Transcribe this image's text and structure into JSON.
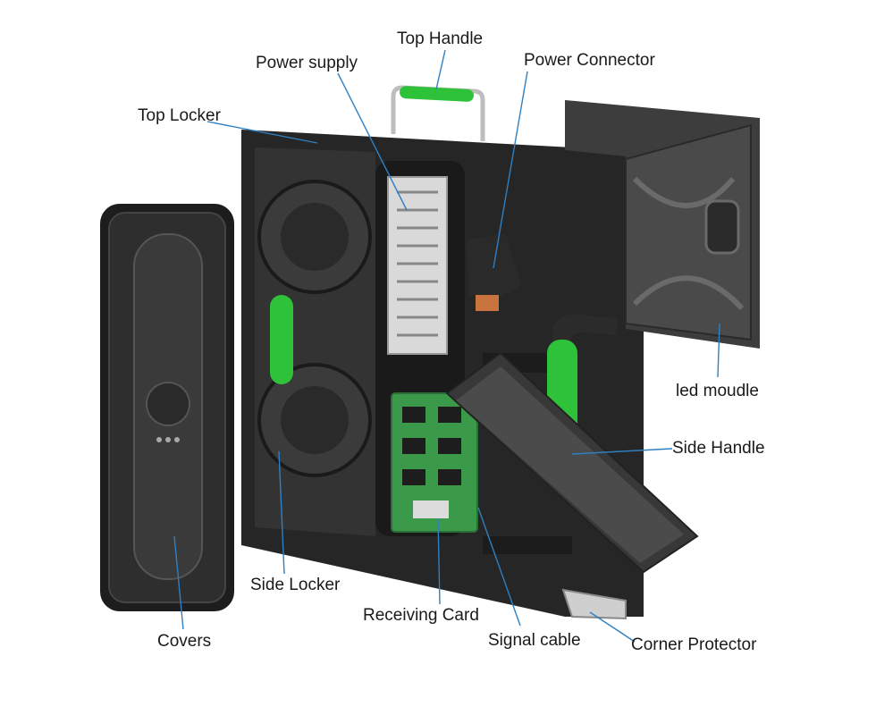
{
  "labels": {
    "top_handle": "Top Handle",
    "power_supply": "Power supply",
    "power_connector": "Power Connector",
    "top_locker": "Top Locker",
    "led_module": "led moudle",
    "side_handle": "Side Handle",
    "side_locker": "Side Locker",
    "receiving_card": "Receiving Card",
    "signal_cable": "Signal cable",
    "corner_protector": "Corner Protector",
    "covers": "Covers"
  },
  "colors": {
    "background": "#ffffff",
    "cabinet": "#2b2b2b",
    "cabinet_dark": "#1a1a1a",
    "metal": "#b8b8b8",
    "handle_green": "#2ec23a",
    "pcb_green": "#3a9a4a",
    "leader_line": "#2f7fc1",
    "label_text": "#1a1a1a"
  }
}
